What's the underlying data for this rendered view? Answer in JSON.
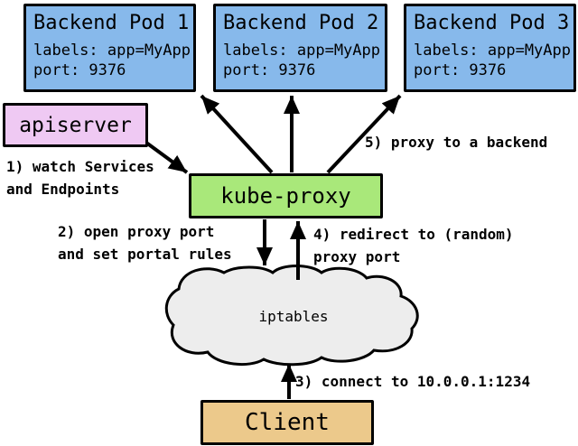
{
  "colors": {
    "background": "#ffffff",
    "border": "#000000",
    "pod_fill": "#87b9eb",
    "apiserver_fill": "#efc9f3",
    "kube_proxy_fill": "#a9e87a",
    "client_fill": "#ecc98b",
    "cloud_fill": "#ededed",
    "text": "#000000"
  },
  "pods": [
    {
      "title": "Backend Pod 1",
      "labels": "labels: app=MyApp",
      "port": "port: 9376"
    },
    {
      "title": "Backend Pod 2",
      "labels": "labels: app=MyApp",
      "port": "port: 9376"
    },
    {
      "title": "Backend Pod 3",
      "labels": "labels: app=MyApp",
      "port": "port: 9376"
    }
  ],
  "apiserver": {
    "title": "apiserver"
  },
  "kube_proxy": {
    "title": "kube-proxy"
  },
  "iptables": {
    "title": "iptables"
  },
  "client": {
    "title": "Client"
  },
  "annotations": {
    "step1": {
      "line1": "1) watch Services",
      "line2": "and Endpoints"
    },
    "step2": {
      "line1": "2) open proxy port",
      "line2": "and set portal rules"
    },
    "step3": {
      "line1": "3) connect to 10.0.0.1:1234"
    },
    "step4": {
      "line1": "4) redirect to (random)",
      "line2": "proxy port"
    },
    "step5": {
      "line1": "5) proxy to a backend"
    }
  },
  "arrows": [
    {
      "from": "apiserver",
      "to": "kube-proxy",
      "step": "1"
    },
    {
      "from": "kube-proxy",
      "to": "Backend Pod 1",
      "step": "5"
    },
    {
      "from": "kube-proxy",
      "to": "Backend Pod 2",
      "step": "5"
    },
    {
      "from": "kube-proxy",
      "to": "Backend Pod 3",
      "step": "5"
    },
    {
      "from": "kube-proxy",
      "to": "iptables",
      "step": "2"
    },
    {
      "from": "iptables",
      "to": "kube-proxy",
      "step": "4"
    },
    {
      "from": "Client",
      "to": "iptables",
      "step": "3"
    }
  ]
}
